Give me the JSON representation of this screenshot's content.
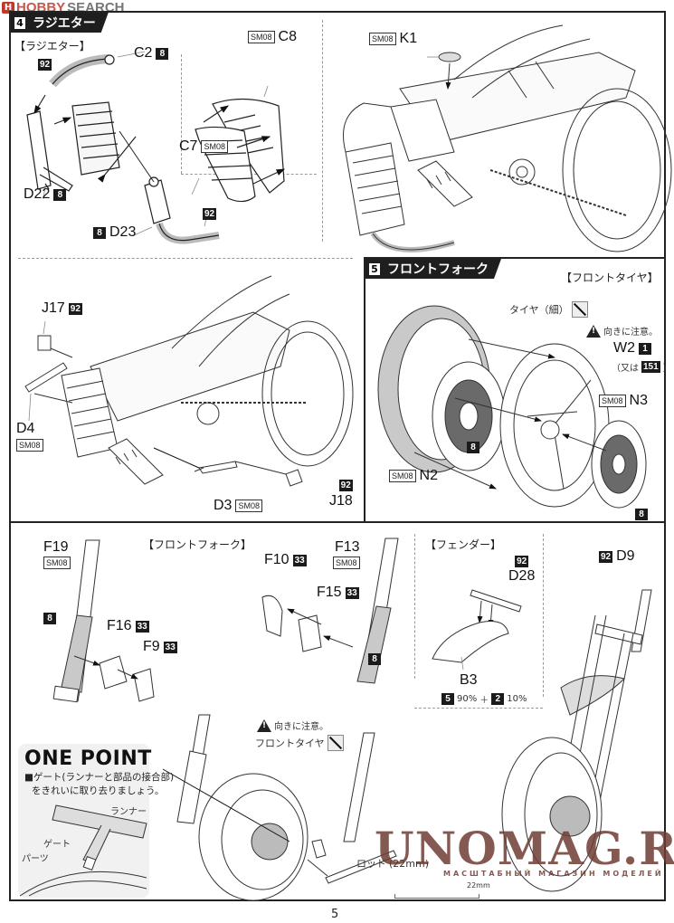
{
  "brand": {
    "name_part1": "HOBBY",
    "name_part2": "SEARCH",
    "logo_glyph": "H"
  },
  "step4": {
    "number": "4",
    "title": "ラジエター",
    "subtitle": "【ラジエター】",
    "parts": {
      "c2": {
        "id": "C2",
        "paint": "8"
      },
      "hose_paint_top": "92",
      "c8": {
        "id": "C8",
        "material": "SM08"
      },
      "c7": {
        "id": "C7",
        "material": "SM08"
      },
      "d22": {
        "id": "D22",
        "paint": "8"
      },
      "d23": {
        "id": "D23",
        "paint": "8"
      },
      "hose_paint_bottom": "92",
      "k1": {
        "id": "K1",
        "material": "SM08"
      },
      "j17": {
        "id": "J17",
        "paint": "92"
      },
      "d4": {
        "id": "D4",
        "material": "SM08"
      },
      "d3": {
        "id": "D3",
        "material": "SM08"
      },
      "j18": {
        "id": "J18",
        "paint": "92"
      }
    }
  },
  "step5": {
    "number": "5",
    "title": "フロントフォーク",
    "front_tire_subtitle": "【フロントタイヤ】",
    "tire_label": "タイヤ（細）",
    "cut_icon": "scissors-cut-icon",
    "warning_text": "向きに注意。",
    "w2": {
      "id": "W2",
      "paint": "1",
      "alt_text_prefix": "（又は",
      "alt_paint": "151",
      "alt_text_suffix": "）"
    },
    "n3": {
      "id": "N3",
      "material": "SM08",
      "paint": "8"
    },
    "n2": {
      "id": "N2",
      "material": "SM08",
      "paint": "8"
    },
    "fork_subtitle": "【フロントフォーク】",
    "f19": {
      "id": "F19",
      "material": "SM08",
      "paint": "8"
    },
    "f16": {
      "id": "F16",
      "paint": "33"
    },
    "f9": {
      "id": "F9",
      "paint": "33"
    },
    "f10": {
      "id": "F10",
      "paint": "33"
    },
    "f15": {
      "id": "F15",
      "paint": "33"
    },
    "f13": {
      "id": "F13",
      "material": "SM08",
      "paint": "8"
    },
    "fender_subtitle": "【フェンダー】",
    "d28": {
      "id": "D28",
      "paint": "92"
    },
    "b3": {
      "id": "B3",
      "mix_paint_a": "5",
      "mix_pct_a": "90%",
      "plus": "＋",
      "mix_paint_b": "2",
      "mix_pct_b": "10%"
    },
    "d9": {
      "id": "D9",
      "paint": "92"
    },
    "front_tire_warning": "向きに注意。",
    "front_tire_label": "フロントタイヤ",
    "rod_label": "ロッド",
    "rod_length": "(22mm)",
    "scale_label": "22mm"
  },
  "one_point": {
    "title": "ONE POINT",
    "text_line1": "■ゲート(ランナーと部品の接合部)",
    "text_line2": "をきれいに取り去りましょう。",
    "runner_label": "ランナー",
    "gate_label": "ゲート",
    "parts_label": "パーツ"
  },
  "watermark": {
    "text": "UNOMAG.RU",
    "subtitle": "МАСШТАБНЫЙ МАГАЗИН МОДЕЛЕЙ"
  },
  "page_number": "5"
}
